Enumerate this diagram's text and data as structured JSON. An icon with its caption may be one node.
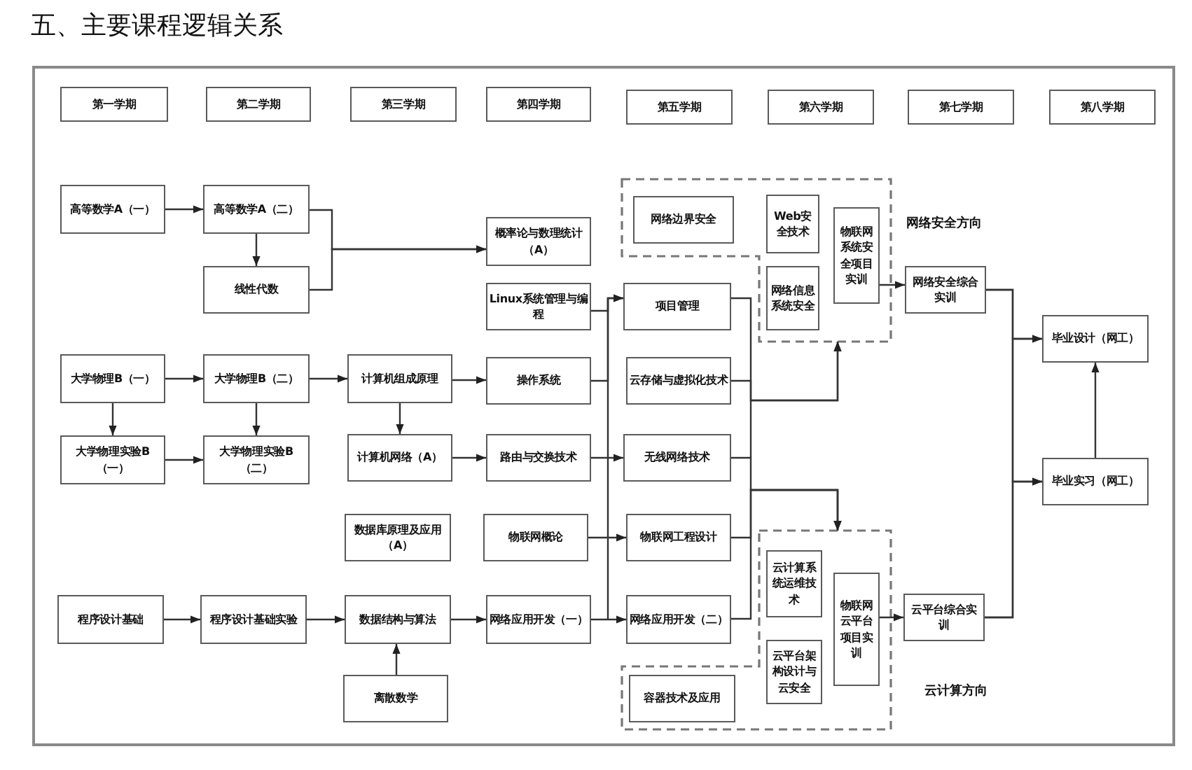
{
  "diagram": {
    "title": "五、主要课程逻辑关系",
    "nodes": [
      {
        "text": [
          "第一学期"
        ]
      },
      {
        "text": [
          "第二学期"
        ]
      },
      {
        "text": [
          "第三学期"
        ]
      },
      {
        "text": [
          "第四学期"
        ]
      },
      {
        "text": [
          "第五学期"
        ]
      },
      {
        "text": [
          "第六学期"
        ]
      },
      {
        "text": [
          "第七学期"
        ]
      },
      {
        "text": [
          "第八学期"
        ]
      },
      {
        "text": [
          "高等数学A（一）"
        ]
      },
      {
        "text": [
          "高等数学A（二）"
        ]
      },
      {
        "text": [
          "线性代数"
        ]
      },
      {
        "text": [
          "概率论与数理统计（A）"
        ]
      },
      {
        "text": [],
        "shape": "box"
      },
      {
        "text": [
          "网络边界安全"
        ],
        "in": 12
      },
      {
        "text": [
          "Web安全技术"
        ],
        "in": 12
      },
      {
        "text": [
          "网络信息系统安全"
        ],
        "in": 12
      },
      {
        "text": [
          "物联网系统安全项目实训"
        ],
        "in": 12
      },
      {
        "text": [
          "网络安全综合实训"
        ]
      },
      {
        "text": [
          "Linux系统管理与编程"
        ]
      },
      {
        "text": [
          "项目管理"
        ]
      },
      {
        "text": [
          "毕业设计（网工）"
        ]
      },
      {
        "text": [
          "大学物理B（一）"
        ]
      },
      {
        "text": [
          "大学物理B（二）"
        ]
      },
      {
        "text": [
          "计算机组成原理"
        ]
      },
      {
        "text": [
          "操作系统"
        ]
      },
      {
        "text": [
          "云存储与虚拟化技术"
        ]
      },
      {
        "text": [
          "大学物理实验B（一）"
        ]
      },
      {
        "text": [
          "大学物理实验B（二）"
        ]
      },
      {
        "text": [
          "计算机网络（A）"
        ]
      },
      {
        "text": [
          "路由与交换技术"
        ]
      },
      {
        "text": [
          "无线网络技术"
        ]
      },
      {
        "text": [
          "毕业实习（网工）"
        ]
      },
      {
        "text": [
          "数据库原理及应用（A）"
        ]
      },
      {
        "text": [
          "物联网概论"
        ]
      },
      {
        "text": [
          "物联网工程设计"
        ]
      },
      {
        "text": [],
        "shape": "box"
      },
      {
        "text": [
          "云计算系统运维技术"
        ],
        "in": 35
      },
      {
        "text": [
          "物联网云平台项目实训"
        ],
        "in": 35
      },
      {
        "text": [
          "云平台综合实训"
        ]
      },
      {
        "text": [
          "云平台架构设计与云安全"
        ],
        "in": 35
      },
      {
        "text": [
          "容器技术及应用"
        ],
        "in": 35
      },
      {
        "text": [
          "程序设计基础"
        ]
      },
      {
        "text": [
          "程序设计基础实验"
        ]
      },
      {
        "text": [
          "数据结构与算法"
        ]
      },
      {
        "text": [
          "网络应用开发（一）"
        ]
      },
      {
        "text": [
          "网络应用开发（二）"
        ]
      },
      {
        "text": [
          "离散数学"
        ]
      }
    ],
    "edges": [
      {
        "from": 8,
        "to": 9,
        "arrow": "to"
      },
      {
        "from": 9,
        "to": 10,
        "arrow": "to"
      },
      {
        "from": 9,
        "to": 11,
        "arrow": "to"
      },
      {
        "from": 10,
        "to": 11,
        "arrow": "to"
      },
      {
        "from": 21,
        "to": 22,
        "arrow": "to"
      },
      {
        "from": 22,
        "to": 23,
        "arrow": "to"
      },
      {
        "from": 23,
        "to": 24,
        "arrow": "to"
      },
      {
        "from": 21,
        "to": 26,
        "arrow": "to"
      },
      {
        "from": 22,
        "to": 27,
        "arrow": "to"
      },
      {
        "from": 23,
        "to": 28,
        "arrow": "to"
      },
      {
        "from": 26,
        "to": 27,
        "arrow": "to"
      },
      {
        "from": 28,
        "to": 29,
        "arrow": "to"
      },
      {
        "from": 41,
        "to": 42,
        "arrow": "to"
      },
      {
        "from": 42,
        "to": 43,
        "arrow": "to"
      },
      {
        "from": 43,
        "to": 44,
        "arrow": "to"
      },
      {
        "from": 46,
        "to": 43,
        "arrow": "to"
      },
      {
        "from": 18,
        "to": 19,
        "arrow": "to"
      },
      {
        "from": 24,
        "to": 19,
        "arrow": "to"
      },
      {
        "from": 29,
        "to": 30,
        "arrow": "to"
      },
      {
        "from": 33,
        "to": 34,
        "arrow": "to"
      },
      {
        "from": 44,
        "to": 45,
        "arrow": "to"
      },
      {
        "from": 19,
        "to": 12,
        "arrow": "to"
      },
      {
        "from": 25,
        "to": 12,
        "arrow": "to"
      },
      {
        "from": 30,
        "to": 35,
        "arrow": "to"
      },
      {
        "from": 34,
        "to": 35,
        "arrow": "to"
      },
      {
        "from": 45,
        "to": 35,
        "arrow": "to"
      },
      {
        "from": 16,
        "to": 17,
        "arrow": "to"
      },
      {
        "from": 37,
        "to": 38,
        "arrow": "to"
      },
      {
        "from": 17,
        "to": 20,
        "arrow": "to"
      },
      {
        "from": 17,
        "to": 31,
        "arrow": "to"
      },
      {
        "from": 38,
        "to": 20,
        "arrow": "to"
      },
      {
        "from": 38,
        "to": 31,
        "arrow": "to"
      },
      {
        "from": 31,
        "to": 20,
        "arrow": "to"
      }
    ],
    "labels": [
      "网络安全方向",
      "云计算方向"
    ]
  }
}
